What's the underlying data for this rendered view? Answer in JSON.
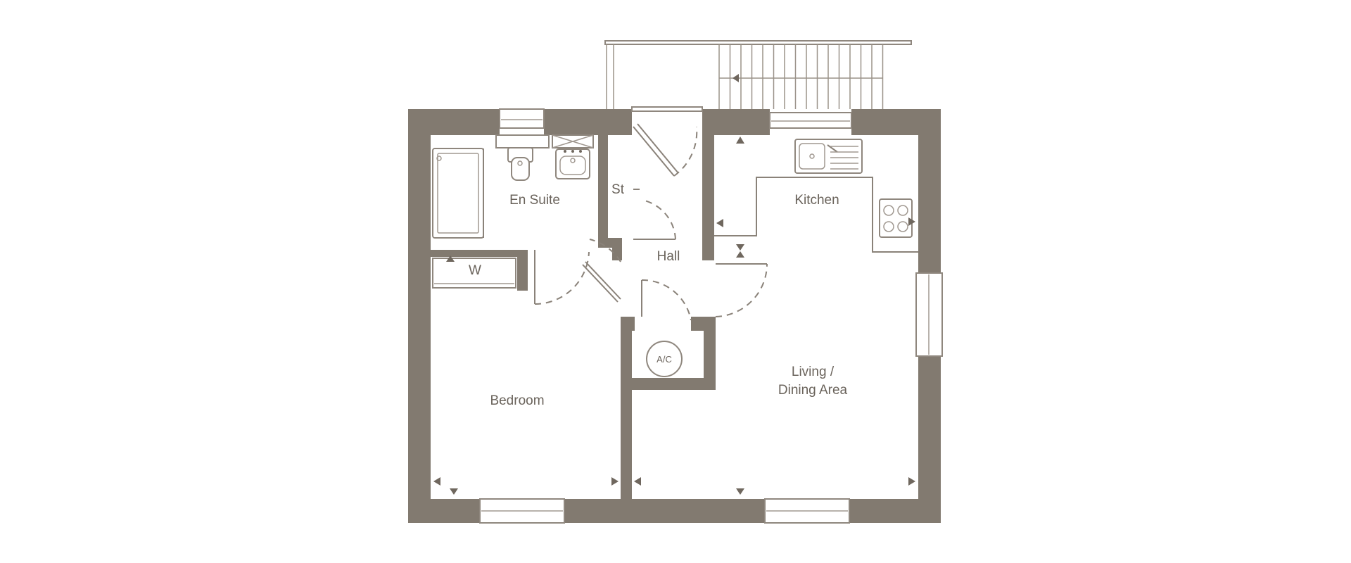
{
  "rooms": {
    "en_suite": "En Suite",
    "store": "St",
    "kitchen": "Kitchen",
    "hall": "Hall",
    "wardrobe": "W",
    "airing_cupboard": "A/C",
    "living_line1": "Living /",
    "living_line2": "Dining Area",
    "bedroom": "Bedroom"
  },
  "colors": {
    "wall": "#827a70",
    "line": "#8a8279",
    "text": "#6a635b",
    "background": "#ffffff"
  }
}
